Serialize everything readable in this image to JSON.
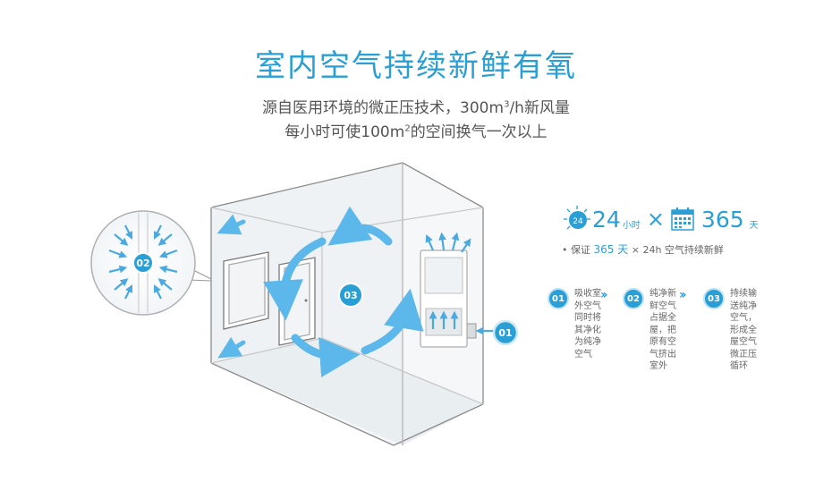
{
  "header": {
    "title": "室内空气持续新鲜有氧",
    "subtitle1_pre": "源自医用环境的微正压技术，300m",
    "subtitle1_sup": "3",
    "subtitle1_post": "/h新风量",
    "subtitle2_pre": "每小时可使100m",
    "subtitle2_sup": "2",
    "subtitle2_post": "的空间换气一次以上"
  },
  "diagram": {
    "zoom_badge": "02",
    "room_badge": "03",
    "unit_badge": "01"
  },
  "stats": {
    "clock_icon_label": "24",
    "hours_value": "24",
    "hours_unit": "小时",
    "times": "×",
    "days_value": "365",
    "days_unit": "天",
    "guarantee_pre": "• 保证",
    "guarantee_days": "365 天",
    "guarantee_post": "× 24h 空气持续新鲜"
  },
  "steps": [
    {
      "badge": "01",
      "text": "吸收室外空气同时将其净化为纯净空气"
    },
    {
      "badge": "02",
      "text": "纯净新鲜空气占据全屋，把原有空气挤出室外"
    },
    {
      "badge": "03",
      "text": "持续输送纯净空气，形成全屋空气微正压循环"
    }
  ],
  "colors": {
    "accent": "#2a9fd6",
    "arrow": "#5cb8ea",
    "room_line": "#8c8c8c"
  },
  "icons": [
    "clock-icon",
    "calendar-icon",
    "double-chevron-right-icon"
  ]
}
